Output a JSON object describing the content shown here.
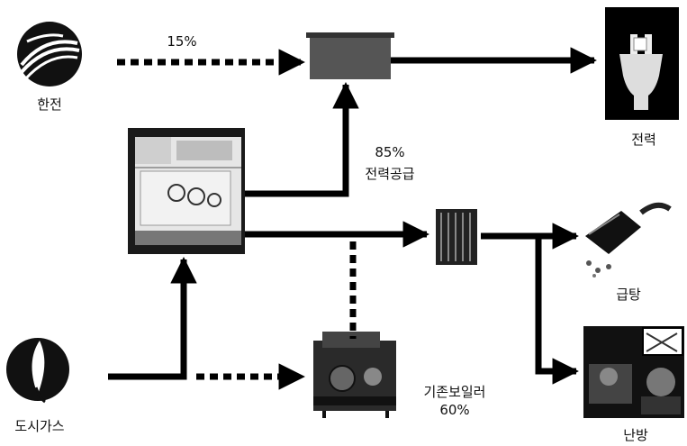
{
  "labels": {
    "kepco": "한전",
    "city_gas": "도시가스",
    "electricity": "전력",
    "hot_water": "급탕",
    "heating": "난방",
    "grid_share": "15%",
    "cogen_share": "85%",
    "cogen_supply": "전력공급",
    "boiler_name": "기존보일러",
    "boiler_share": "60%"
  },
  "colors": {
    "line": "#000000",
    "transformer": "#555555"
  }
}
